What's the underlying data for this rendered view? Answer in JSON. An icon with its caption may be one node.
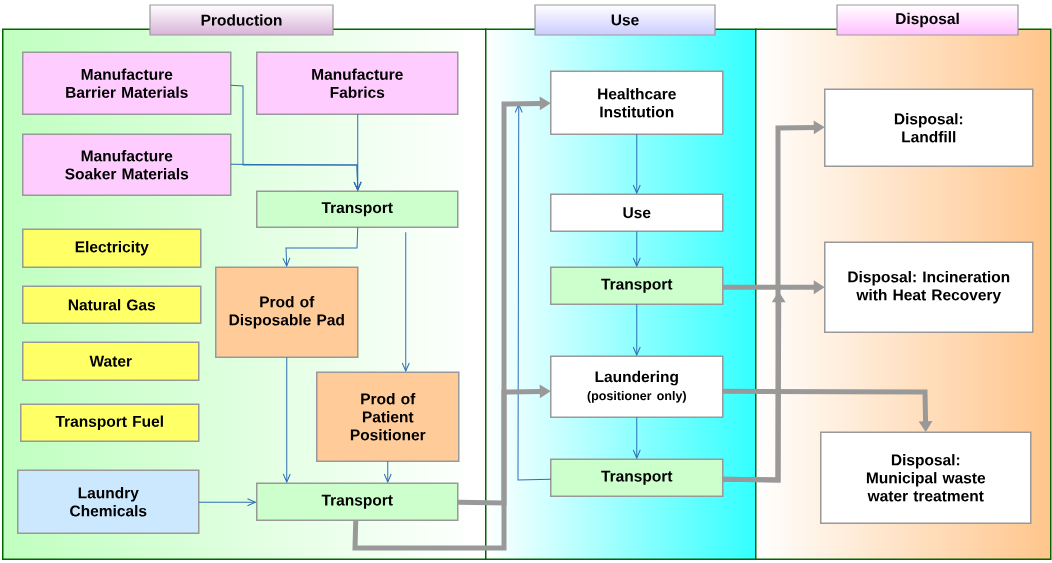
{
  "diagram": {
    "nodes": [
      {
        "text": [
          "Production"
        ]
      },
      {
        "text": [
          "Manufacture Barrier Materials"
        ],
        "in": 0
      },
      {
        "text": [
          "Manufacture Fabrics"
        ],
        "in": 0
      },
      {
        "text": [
          "Manufacture Soaker Materials"
        ],
        "in": 0
      },
      {
        "text": [
          "Transport"
        ],
        "in": 0
      },
      {
        "text": [
          "Electricity"
        ],
        "in": 0
      },
      {
        "text": [
          "Prod of Disposable Pad"
        ],
        "in": 0
      },
      {
        "text": [
          "Natural Gas"
        ],
        "in": 0
      },
      {
        "text": [
          "Water"
        ],
        "in": 0
      },
      {
        "text": [
          "Prod of Patient Positioner"
        ],
        "in": 0
      },
      {
        "text": [
          "Transport Fuel"
        ],
        "in": 0
      },
      {
        "text": [
          "Laundry Chemicals"
        ],
        "in": 0
      },
      {
        "text": [
          "Transport"
        ],
        "in": 0
      },
      {
        "text": [
          "Use"
        ]
      },
      {
        "text": [
          "Healthcare Institution"
        ],
        "in": 13
      },
      {
        "text": [
          "Use"
        ],
        "in": 13
      },
      {
        "text": [
          "Transport"
        ],
        "in": 13
      },
      {
        "text": [
          "Laundering",
          "(positioner only)"
        ],
        "in": 13
      },
      {
        "text": [
          "Transport"
        ],
        "in": 13
      },
      {
        "text": [
          "Disposal"
        ]
      },
      {
        "text": [
          "Disposal: Landfill"
        ],
        "in": 19
      },
      {
        "text": [
          "Disposal: Incineration with Heat Recovery"
        ],
        "in": 19
      },
      {
        "text": [
          "Disposal: Municipal waste water treatment"
        ],
        "in": 19
      }
    ],
    "edges": [
      {
        "from": 1,
        "to": 4,
        "arrow": "to"
      },
      {
        "from": 2,
        "to": 4,
        "arrow": "to"
      },
      {
        "from": 3,
        "to": 4,
        "arrow": "to"
      },
      {
        "from": 4,
        "to": 6,
        "arrow": "to"
      },
      {
        "from": 4,
        "to": 9,
        "arrow": "to"
      },
      {
        "from": 6,
        "to": 12,
        "arrow": "to"
      },
      {
        "from": 9,
        "to": 12,
        "arrow": "to"
      },
      {
        "from": 11,
        "to": 12,
        "arrow": "to"
      },
      {
        "from": 14,
        "to": 15,
        "arrow": "to"
      },
      {
        "from": 15,
        "to": 16,
        "arrow": "to"
      },
      {
        "from": 16,
        "to": 17,
        "arrow": "to"
      },
      {
        "from": 17,
        "to": 18,
        "arrow": "to"
      },
      {
        "from": 18,
        "to": 14,
        "arrow": "to"
      },
      {
        "from": 12,
        "to": 14,
        "arrow": "to",
        "style": "thick",
        "color": "#999999"
      },
      {
        "from": 12,
        "to": 17,
        "arrow": "to",
        "style": "thick",
        "color": "#999999"
      },
      {
        "from": 16,
        "to": 21,
        "arrow": "to",
        "style": "thick",
        "color": "#999999"
      },
      {
        "from": 18,
        "to": 20,
        "arrow": "to",
        "style": "thick",
        "color": "#999999"
      },
      {
        "from": 18,
        "to": 21,
        "arrow": "to",
        "style": "thick",
        "color": "#999999"
      },
      {
        "from": 17,
        "to": 22,
        "arrow": "to",
        "style": "thick",
        "color": "#999999"
      }
    ]
  }
}
